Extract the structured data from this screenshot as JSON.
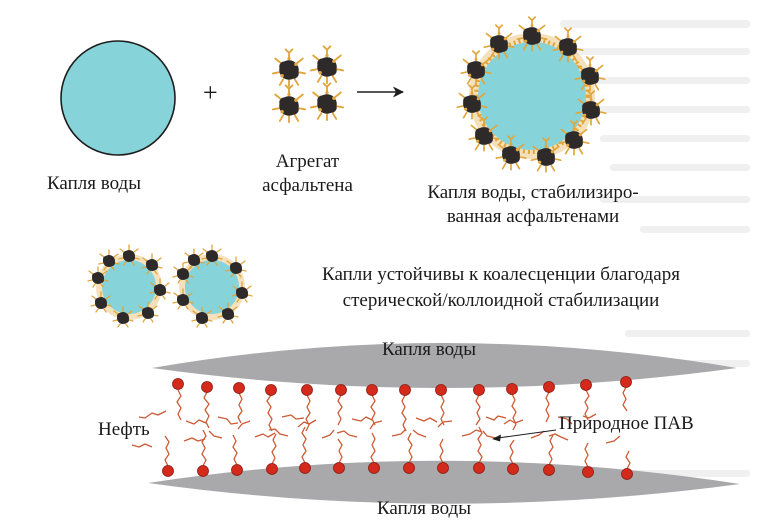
{
  "labels": {
    "water_drop": "Капля воды",
    "plus": "+",
    "aggregate_line1": "Агрегат",
    "aggregate_line2": "асфальтена",
    "stabilized_line1": "Капля воды, стабилизиро-",
    "stabilized_line2": "ванная асфальтенами",
    "stable_line1": "Капли устойчивы к коалесценции благодаря",
    "stable_line2": "стерической/коллоидной стабилизации",
    "top_drop": "Капля воды",
    "oil": "Нефть",
    "surfactant": "Природное ПАВ",
    "bottom_drop": "Капля воды"
  },
  "colors": {
    "water": "#86d3da",
    "asphaltene": "#2e2a2a",
    "resin": "#e0a63c",
    "film": "#a9a9ab",
    "surfactant_head": "#d42a1c",
    "surfactant_tail": "#cc5a34"
  }
}
